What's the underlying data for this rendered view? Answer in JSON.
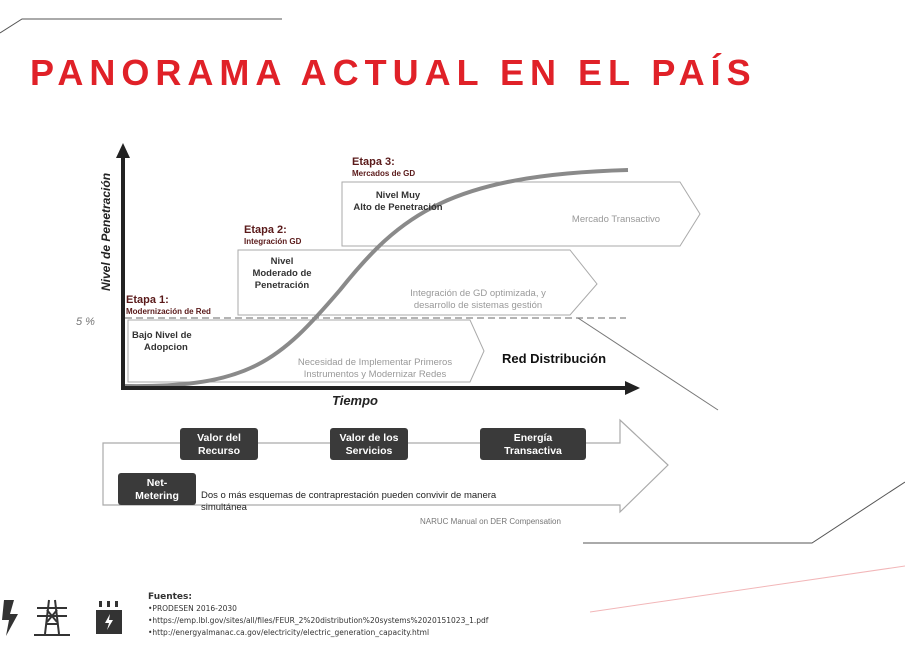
{
  "title": "PANORAMA ACTUAL EN EL PAÍS",
  "diagram": {
    "y_axis_label": "Nivel de Penetración",
    "x_axis_label": "Tiempo",
    "threshold_label": "5 %",
    "network_label": "Red Distribución",
    "stages": [
      {
        "title": "Etapa 1:",
        "subtitle": "Modernización de Red",
        "level": [
          "Bajo Nivel de",
          "Adopcion"
        ],
        "description": [
          "Necesidad de Implementar Primeros",
          "Instrumentos y Modernizar Redes"
        ]
      },
      {
        "title": "Etapa 2:",
        "subtitle": "Integración GD",
        "level": [
          "Nivel",
          "Moderado de",
          "Penetración"
        ],
        "description": [
          "Integración de GD optimizada, y",
          "desarrollo de sistemas gestión"
        ]
      },
      {
        "title": "Etapa 3:",
        "subtitle": "Mercados de GD",
        "level": [
          "Nivel Muy",
          "Alto de Penetración"
        ],
        "description": [
          "Mercado Transactivo"
        ]
      }
    ],
    "flow_boxes": [
      {
        "line1": "Valor del",
        "line2": "Recurso"
      },
      {
        "line1": "Valor de los",
        "line2": "Servicios"
      },
      {
        "line1": "Energía",
        "line2": "Transactiva"
      },
      {
        "line1": "Net-",
        "line2": "Metering"
      }
    ],
    "flow_note": [
      "Dos o más esquemas de contraprestación pueden convivir de manera",
      "simultánea"
    ],
    "credit": "NARUC Manual on DER Compensation"
  },
  "sources": {
    "heading": "Fuentes:",
    "items": [
      "•PRODESEN 2016-2030",
      "•https://emp.lbl.gov/sites/all/files/FEUR_2%20distribution%20systems%2020151023_1.pdf",
      "•http://energyalmanac.ca.gov/electricity/electric_generation_capacity.html"
    ]
  },
  "colors": {
    "accent": "#e02128",
    "stage": "#5a1a1a",
    "box": "#3a3a3a"
  }
}
